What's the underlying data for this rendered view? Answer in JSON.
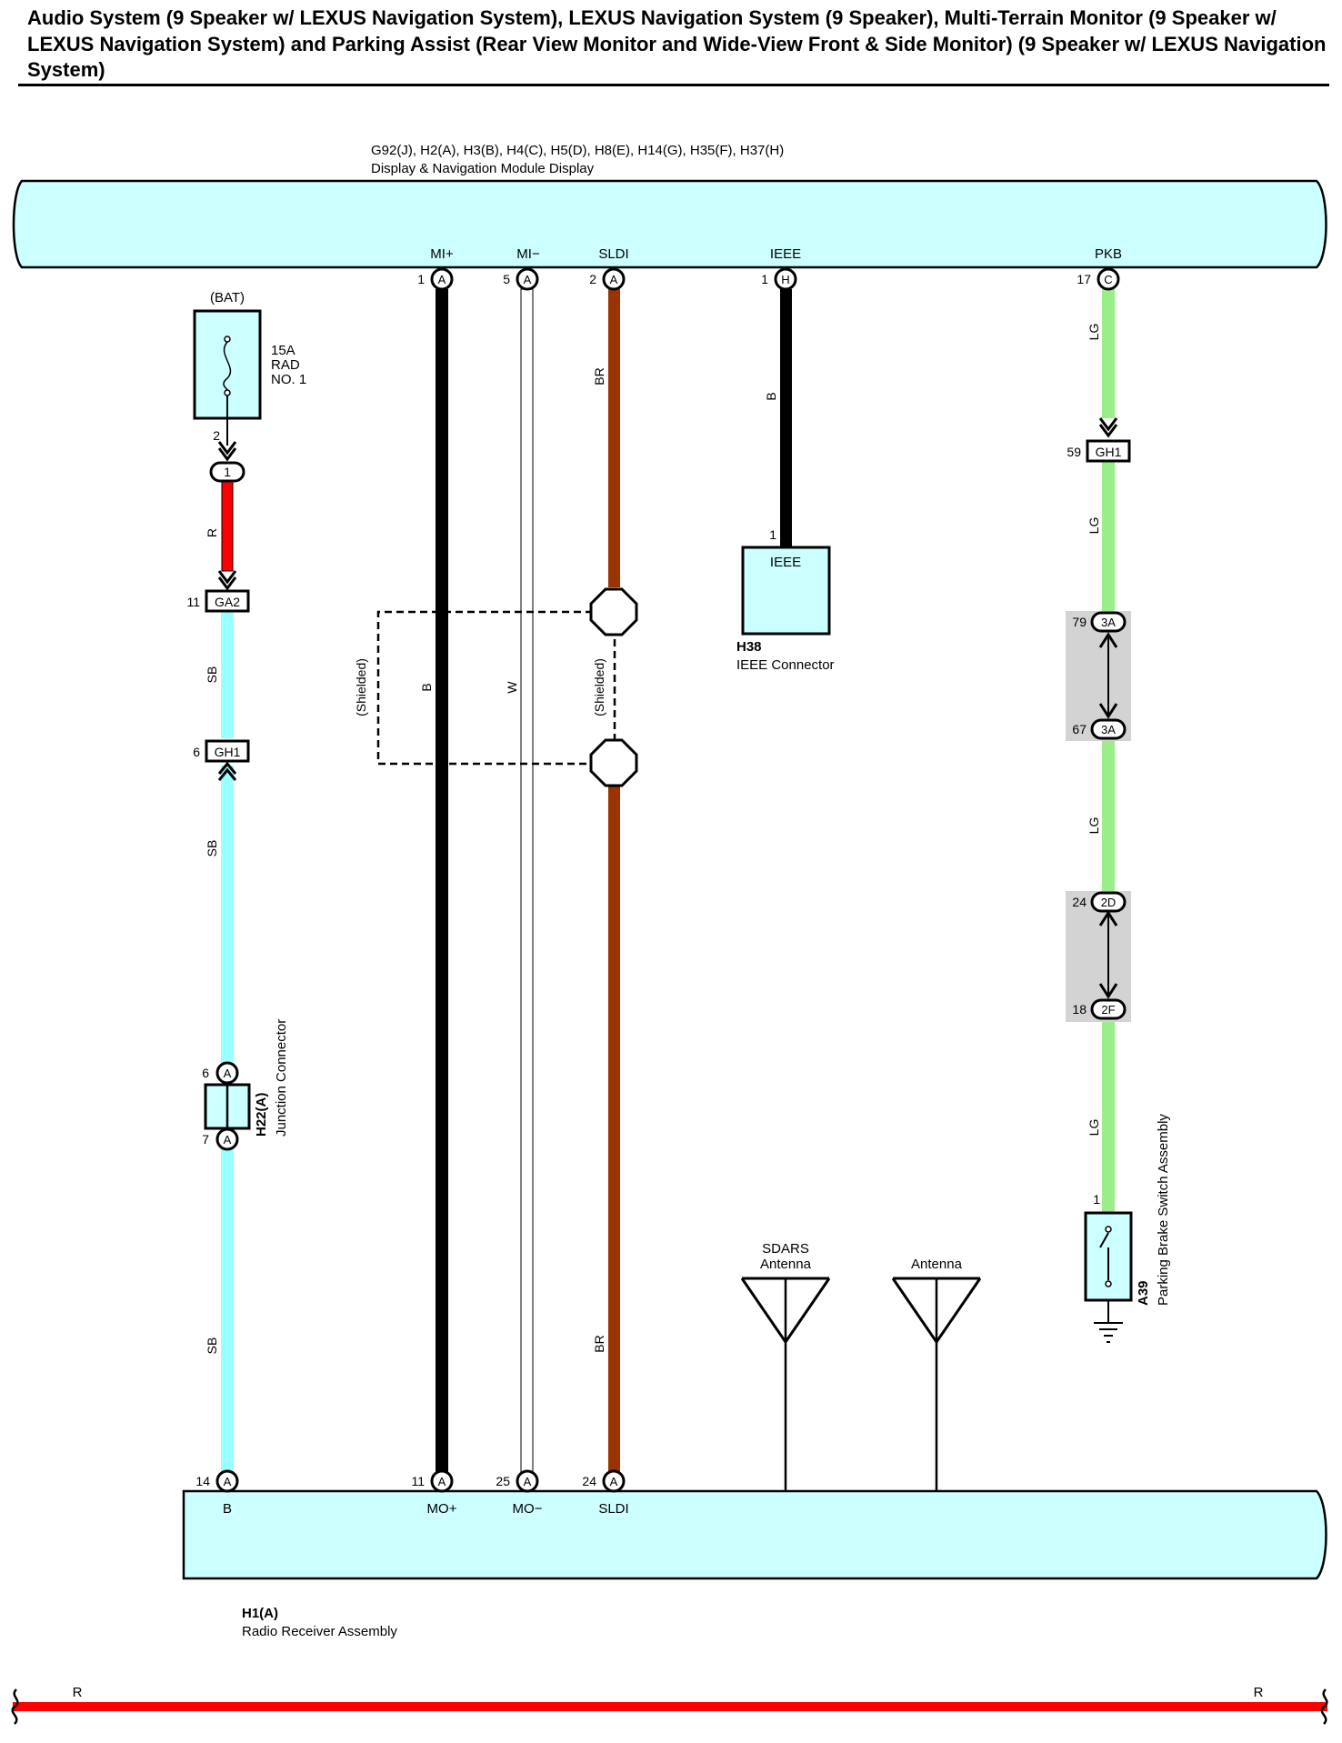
{
  "header": {
    "title": "Audio System (9 Speaker w/ LEXUS Navigation System), LEXUS Navigation System (9 Speaker), Multi-Terrain Monitor (9 Speaker w/ LEXUS Navigation System) and Parking Assist (Rear View Monitor and Wide-View Front & Side Monitor) (9 Speaker w/ LEXUS Navigation System)"
  },
  "colors": {
    "module_fill": "#ccffff",
    "wire_R": "#ff0000",
    "wire_SB": "#99ffff",
    "wire_B": "#000000",
    "wire_W": "#ffffff",
    "wire_BR": "#993300",
    "wire_LG": "#99ee88",
    "inline_box": "#d3d3d3"
  },
  "top_module": {
    "connectors": "G92(J), H2(A), H3(B), H4(C), H5(D), H8(E), H14(G), H35(F), H37(H)",
    "name": "Display & Navigation Module Display",
    "pins": [
      {
        "signal": "MI+",
        "num": "1",
        "conn": "A"
      },
      {
        "signal": "MI−",
        "num": "5",
        "conn": "A"
      },
      {
        "signal": "SLDI",
        "num": "2",
        "conn": "A"
      },
      {
        "signal": "IEEE",
        "num": "1",
        "conn": "H"
      },
      {
        "signal": "PKB",
        "num": "17",
        "conn": "C"
      }
    ]
  },
  "fuse": {
    "source": "(BAT)",
    "amp": "15A",
    "name_l1": "RAD",
    "name_l2": "NO. 1",
    "pin": "2",
    "connector_pin": "1"
  },
  "left_branch": {
    "wire_r": "R",
    "ga2_pin": "11",
    "ga2": "GA2",
    "wire_sb1": "SB",
    "gh1_pin": "6",
    "gh1": "GH1",
    "wire_sb2": "SB",
    "junction_pin_top": "6",
    "junction_pin_bottom": "7",
    "junction_conn": "A",
    "junction_id": "H22(A)",
    "junction_name": "Junction Connector",
    "wire_sb3": "SB"
  },
  "center_wires": {
    "b": "B",
    "w": "W",
    "br_top": "BR",
    "br_bottom": "BR",
    "shielded_left": "(Shielded)",
    "shielded_right": "(Shielded)",
    "ieee_wire": "B",
    "ieee_pin": "1"
  },
  "ieee_connector": {
    "label": "IEEE",
    "id": "H38",
    "name": "IEEE Connector"
  },
  "right_branch": {
    "wire_lg1": "LG",
    "gh1_pin": "59",
    "gh1": "GH1",
    "wire_lg2": "LG",
    "inline1_top_pin": "79",
    "inline1_top": "3A",
    "inline1_bottom_pin": "67",
    "inline1_bottom": "3A",
    "wire_lg3": "LG",
    "inline2_top_pin": "24",
    "inline2_top": "2D",
    "inline2_bottom_pin": "18",
    "inline2_bottom": "2F",
    "wire_lg4": "LG",
    "switch_pin": "1",
    "switch_id": "A39",
    "switch_name": "Parking Brake Switch Assembly"
  },
  "antennas": {
    "sdars_l1": "SDARS",
    "sdars_l2": "Antenna",
    "antenna": "Antenna"
  },
  "bottom_module": {
    "id": "H1(A)",
    "name": "Radio Receiver Assembly",
    "pins": [
      {
        "signal": "B",
        "num": "14",
        "conn": "A"
      },
      {
        "signal": "MO+",
        "num": "11",
        "conn": "A"
      },
      {
        "signal": "MO−",
        "num": "25",
        "conn": "A"
      },
      {
        "signal": "SLDI",
        "num": "24",
        "conn": "A"
      }
    ]
  },
  "bottom_wire": {
    "left_label": "R",
    "right_label": "R"
  }
}
